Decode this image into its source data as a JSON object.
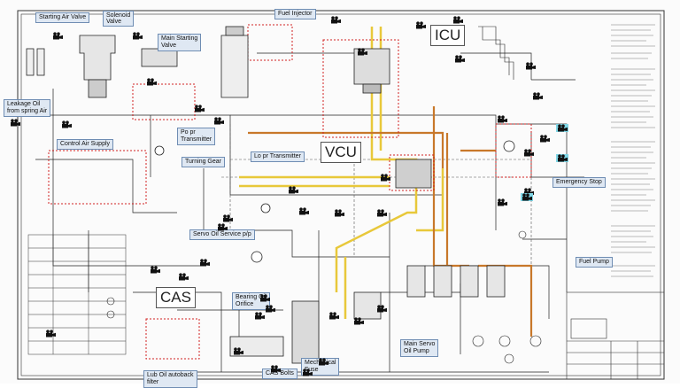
{
  "callouts": {
    "starting_air_valve": "Starting Air Valve",
    "solenoid_valve_1": "Solenoid",
    "solenoid_valve_2": "Valve",
    "fuel_injector": "Fuel Injector",
    "main_starting_valve_1": "Main Starting",
    "main_starting_valve_2": "Valve",
    "leakage_oil_1": "Leakage Oil",
    "leakage_oil_2": "from spring Air",
    "control_air_supply": "Control Air Supply",
    "po_pr_transmitter_1": "Po pr",
    "po_pr_transmitter_2": "Transmitter",
    "turning_gear": "Turning Gear",
    "lo_pr_transmitter": "Lo pr Transmitter",
    "emergency_stop": "Emergency Stop",
    "servo_oil_service": "Servo Oil Service p/p",
    "fuel_pump": "Fuel Pump",
    "bearing_oil_orifice_1": "Bearing Oil",
    "bearing_oil_orifice_2": "Orifice",
    "main_servo_oil_pump_1": "Main Servo",
    "main_servo_oil_pump_2": "Oil Pump",
    "mechanical_fuse_1": "Mechanical",
    "mechanical_fuse_2": "Fuse",
    "cas_bolts": "CAS Bolts",
    "lub_oil_filter_1": "Lub Oil autoback",
    "lub_oil_filter_2": "filter"
  },
  "units": {
    "icu": "ICU",
    "vcu": "VCU",
    "cas": "CAS"
  },
  "colors": {
    "callout_fill": "#dfe8f3",
    "callout_border": "#6f8db3",
    "pipe_yellow": "#e8c83a",
    "pipe_orange": "#c8782a",
    "dashed_red": "#d02020",
    "line": "#222222"
  },
  "icons": {
    "camera": "video-camera-icon",
    "camera_highlight": "video-camera-highlight-icon"
  }
}
